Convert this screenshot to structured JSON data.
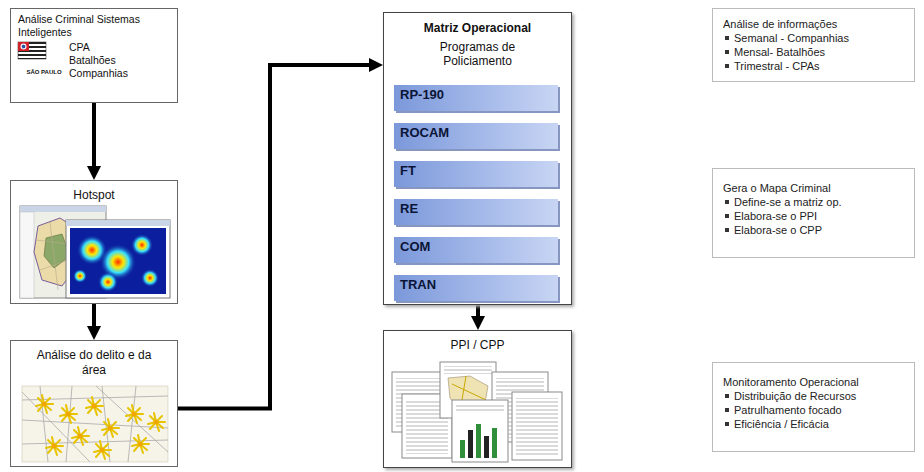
{
  "diagram": {
    "nodes": [
      {
        "text": [
          "Análise Criminal Sistemas Inteligentes",
          "SÃO PAULO",
          "CPA Batalhões Companhias"
        ]
      },
      {
        "text": [
          "Hotspot"
        ]
      },
      {
        "text": [
          "Análise do delito e da área"
        ]
      },
      {
        "text": [
          "Matriz Operacional",
          "Programas de Policiamento"
        ]
      },
      {
        "text": [
          "RP-190"
        ],
        "in": 3
      },
      {
        "text": [
          "ROCAM"
        ],
        "in": 3
      },
      {
        "text": [
          "FT"
        ],
        "in": 3
      },
      {
        "text": [
          "RE"
        ],
        "in": 3
      },
      {
        "text": [
          "COM"
        ],
        "in": 3
      },
      {
        "text": [
          "TRAN"
        ],
        "in": 3
      },
      {
        "text": [
          "PPI / CPP"
        ]
      },
      {
        "text": [
          "Análise de informações",
          "Semanal - Companhias",
          "Mensal- Batalhões",
          "Trimestral - CPAs"
        ]
      },
      {
        "text": [
          "Gera o Mapa Criminal",
          "Define-se a matriz op.",
          "Elabora-se o PPI",
          "Elabora-se o CPP"
        ]
      },
      {
        "text": [
          "Monitoramento Operacional",
          "Distribuição de Recursos",
          "Patrulhamento focado",
          "Eficiência / Eficácia"
        ]
      }
    ],
    "edges": [
      {
        "from": 0,
        "to": 1,
        "arrow": "to"
      },
      {
        "from": 1,
        "to": 2,
        "arrow": "to"
      },
      {
        "from": 2,
        "to": 3,
        "arrow": "to"
      },
      {
        "from": 3,
        "to": 10,
        "arrow": "to"
      }
    ]
  }
}
